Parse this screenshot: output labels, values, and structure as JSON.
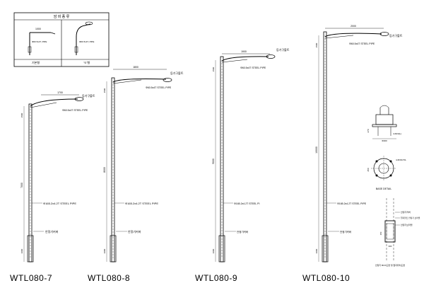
{
  "legend_box": {
    "title": "암 비 종 류",
    "left_label": "기본형",
    "right_label": "\"S\"형",
    "pipe_left": "Φ60.5x4T, PIPE",
    "pipe_right": "Φ60.5x4T, PIPE",
    "dim_left": "1000"
  },
  "poles": [
    {
      "model": "WTL080-7",
      "arm_length": "1700",
      "top_dim": "1500",
      "bottom_dim": "1000",
      "height_dim": "7000",
      "lamp_label": "등기구볼트",
      "arm_pipe_label": "Φ60.5x4T STEEL PIPE",
      "pole_pipe_label": "Φ165.2x4.2T STEEL PIPE",
      "base_label": "안정기커버"
    },
    {
      "model": "WTL080-8",
      "arm_length": "1800",
      "top_dim": "1500",
      "bottom_dim": "1000",
      "height_dim": "8000",
      "lamp_label": "등기구볼트",
      "arm_pipe_label": "Φ60.5x4T STEEL PIPE",
      "pole_pipe_label": "Φ165.2x4.2T STEEL PIPE",
      "base_label": "안정기커버"
    },
    {
      "model": "WTL080-9",
      "arm_length": "1900",
      "top_dim": "1500",
      "bottom_dim": "1000",
      "height_dim": "9000",
      "lamp_label": "등기구볼트",
      "arm_pipe_label": "Φ60.5x4T STEEL PIPE",
      "pole_pipe_label": "Φ165.2x4.2T STEEL PI",
      "base_label": "안정기커버"
    },
    {
      "model": "WTL080-10",
      "arm_length": "2000",
      "top_dim": "1500",
      "bottom_dim": "1000",
      "height_dim": "10000",
      "lamp_label": "등기구볼트",
      "arm_pipe_label": "Φ60.5x4T STEEL PIPE",
      "pole_pipe_label": "Φ165.2x4.2T STEEL PIPE",
      "base_label": "안정기커버"
    }
  ],
  "base_detail": {
    "title": "BASE DETAIL",
    "anchor_label": "4-M24(L)",
    "plate_dim": "Φ400",
    "bolt_circle": "4-Φ30x70L",
    "dim_250": "250",
    "dim_270": "270"
  },
  "ballast_detail": {
    "title": "안정기 BOX도면 및 접지위치도면",
    "label_1": "안정기커버",
    "label_2": "접지볼트 안정기 브라켓",
    "label_3": "안정기브라켓",
    "dim_1": "150",
    "dim_2": "300"
  }
}
